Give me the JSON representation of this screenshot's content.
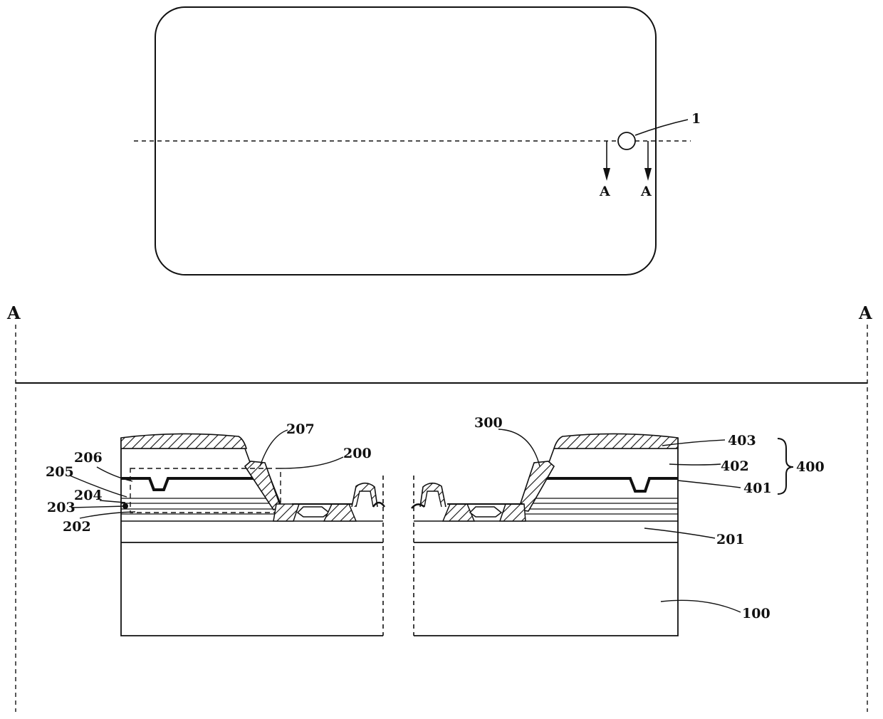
{
  "plan_view": {
    "detail_label": "1",
    "section_marks": [
      "A",
      "A"
    ]
  },
  "section_view": {
    "cut_marks": [
      "A",
      "A"
    ],
    "labels": {
      "l100": "100",
      "l200": "200",
      "l201": "201",
      "l202": "202",
      "l203": "203",
      "l204": "204",
      "l205": "205",
      "l206": "206",
      "l207": "207",
      "l300": "300",
      "l400": "400",
      "l401": "401",
      "l402": "402",
      "l403": "403"
    }
  },
  "colors": {
    "line": "#111111",
    "background": "#ffffff"
  }
}
